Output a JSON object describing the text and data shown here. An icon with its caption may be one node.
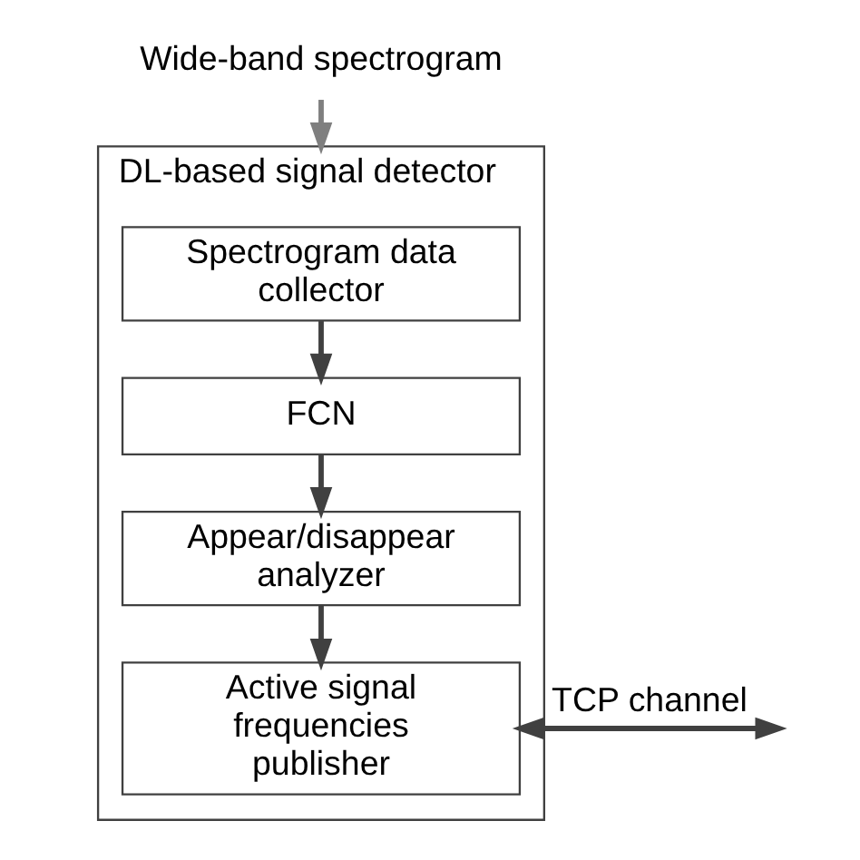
{
  "diagram": {
    "nodes": [
      {
        "text": [
          "Wide-band spectrogram"
        ]
      },
      {
        "text": [
          "DL-based signal detector"
        ]
      },
      {
        "text": [
          "Spectrogram data collector"
        ],
        "in": 1
      },
      {
        "text": [
          "FCN"
        ],
        "in": 1
      },
      {
        "text": [
          "Appear/disappear analyzer"
        ],
        "in": 1
      },
      {
        "text": [
          "Active signal frequencies publisher"
        ],
        "in": 1
      }
    ],
    "edges": [
      {
        "from": 0,
        "to": 1,
        "arrow": "to",
        "color": "#7f7f7f"
      },
      {
        "from": 2,
        "to": 3,
        "arrow": "to"
      },
      {
        "from": 3,
        "to": 4,
        "arrow": "to"
      },
      {
        "from": 4,
        "to": 5,
        "arrow": "to"
      },
      {
        "from": 5,
        "to": null,
        "arrow": "both",
        "label": "TCP channel"
      }
    ]
  }
}
